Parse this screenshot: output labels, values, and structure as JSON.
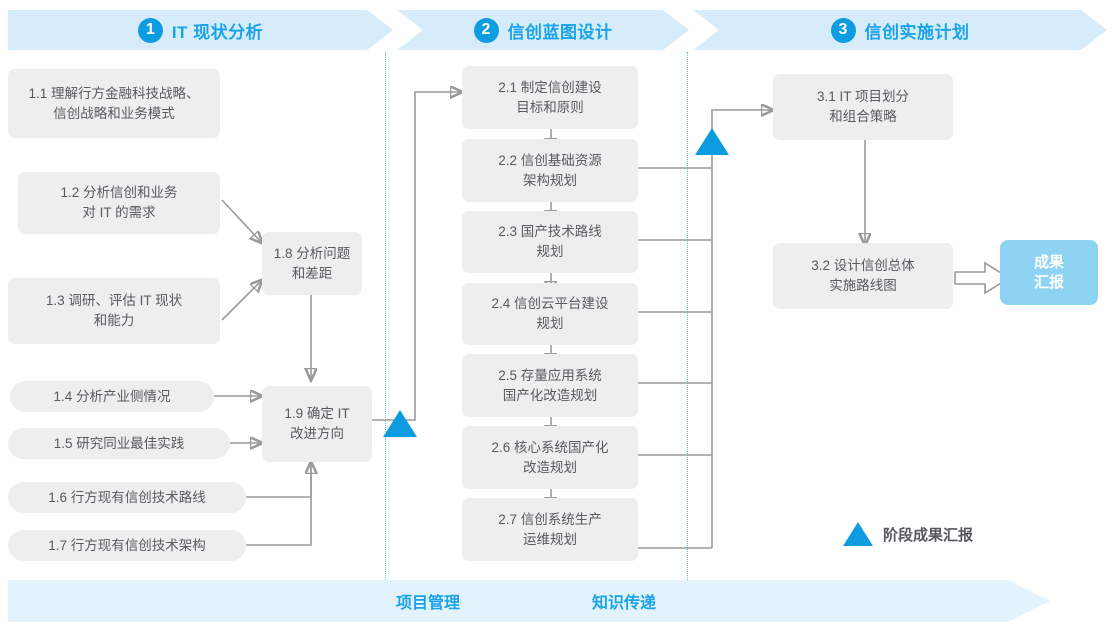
{
  "header": {
    "phases": [
      {
        "num": "1",
        "title": "IT 现状分析"
      },
      {
        "num": "2",
        "title": "信创蓝图设计"
      },
      {
        "num": "3",
        "title": "信创实施计划"
      }
    ]
  },
  "phase1": {
    "tasks": [
      {
        "id": "1.1",
        "label": "1.1 理解行方金融科技战略、\n信创战略和业务模式"
      },
      {
        "id": "1.2",
        "label": "1.2 分析信创和业务\n对 IT 的需求"
      },
      {
        "id": "1.3",
        "label": "1.3 调研、评估 IT 现状\n和能力"
      },
      {
        "id": "1.4",
        "label": "1.4 分析产业侧情况"
      },
      {
        "id": "1.5",
        "label": "1.5 研究同业最佳实践"
      },
      {
        "id": "1.6",
        "label": "1.6 行方现有信创技术路线"
      },
      {
        "id": "1.7",
        "label": "1.7 行方现有信创技术架构"
      },
      {
        "id": "1.8",
        "label": "1.8 分析问题\n和差距"
      },
      {
        "id": "1.9",
        "label": "1.9 确定 IT\n改进方向"
      }
    ]
  },
  "phase2": {
    "tasks": [
      {
        "id": "2.1",
        "label": "2.1 制定信创建设\n目标和原则"
      },
      {
        "id": "2.2",
        "label": "2.2 信创基础资源\n架构规划"
      },
      {
        "id": "2.3",
        "label": "2.3 国产技术路线\n规划"
      },
      {
        "id": "2.4",
        "label": "2.4 信创云平台建设\n规划"
      },
      {
        "id": "2.5",
        "label": "2.5 存量应用系统\n国产化改造规划"
      },
      {
        "id": "2.6",
        "label": "2.6 核心系统国产化\n改造规划"
      },
      {
        "id": "2.7",
        "label": "2.7 信创系统生产\n运维规划"
      }
    ]
  },
  "phase3": {
    "tasks": [
      {
        "id": "3.1",
        "label": "3.1 IT 项目划分\n和组合策略"
      },
      {
        "id": "3.2",
        "label": "3.2 设计信创总体\n实施路线图"
      }
    ],
    "result_badge": "成果\n汇报"
  },
  "legend": {
    "label": "阶段成果汇报"
  },
  "footer": {
    "labels": [
      "项目管理",
      "知识传递"
    ]
  },
  "colors": {
    "band": "#d6ecfa",
    "band_bottom": "#e3f3fc",
    "accent": "#1aa3e8",
    "milestone": "#0d9ce0",
    "box_fill": "#eeeeee",
    "box_text": "#565b60",
    "badge": "#8ed3f2",
    "wire": "#9a9a9a",
    "divider": "#5ec2ea"
  }
}
